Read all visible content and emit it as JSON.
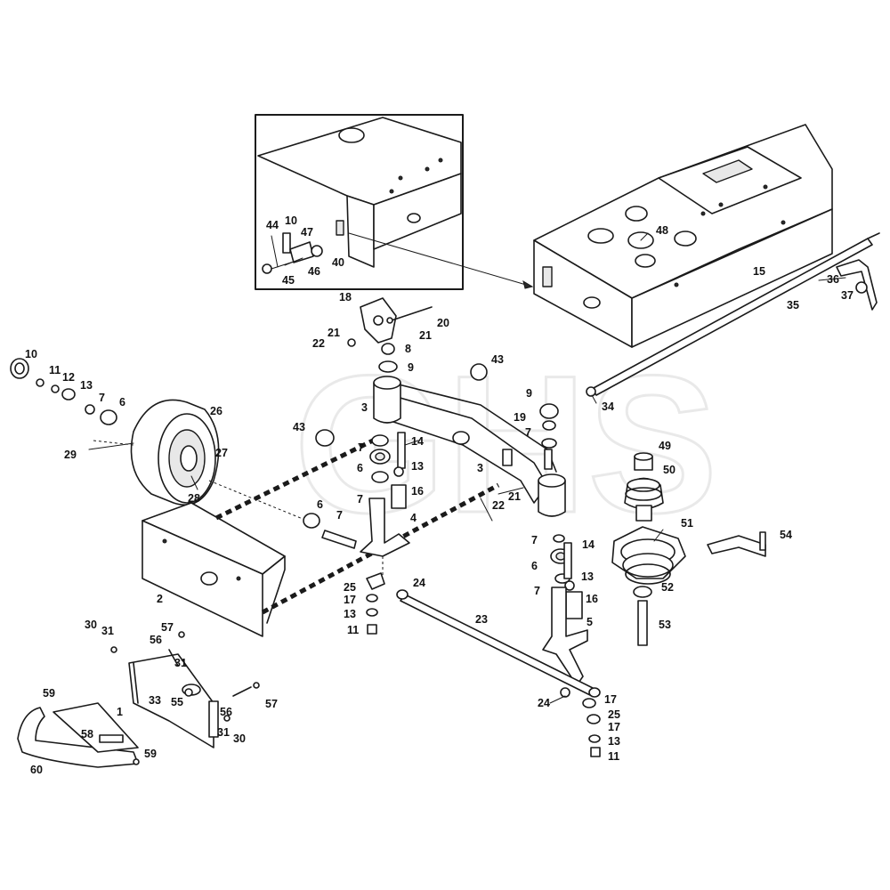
{
  "diagram": {
    "watermark": "GHS",
    "callouts": [
      {
        "id": "c-10a",
        "text": "10"
      },
      {
        "id": "c-11a",
        "text": "11"
      },
      {
        "id": "c-12",
        "text": "12"
      },
      {
        "id": "c-13a",
        "text": "13"
      },
      {
        "id": "c-7a",
        "text": "7"
      },
      {
        "id": "c-6a",
        "text": "6"
      },
      {
        "id": "c-26",
        "text": "26"
      },
      {
        "id": "c-27",
        "text": "27"
      },
      {
        "id": "c-28",
        "text": "28"
      },
      {
        "id": "c-29",
        "text": "29"
      },
      {
        "id": "c-2",
        "text": "2"
      },
      {
        "id": "c-44",
        "text": "44"
      },
      {
        "id": "c-10b",
        "text": "10"
      },
      {
        "id": "c-47",
        "text": "47"
      },
      {
        "id": "c-40",
        "text": "40"
      },
      {
        "id": "c-46",
        "text": "46"
      },
      {
        "id": "c-45",
        "text": "45"
      },
      {
        "id": "c-48",
        "text": "48"
      },
      {
        "id": "c-15",
        "text": "15"
      },
      {
        "id": "c-36",
        "text": "36"
      },
      {
        "id": "c-37",
        "text": "37"
      },
      {
        "id": "c-35",
        "text": "35"
      },
      {
        "id": "c-34",
        "text": "34"
      },
      {
        "id": "c-18",
        "text": "18"
      },
      {
        "id": "c-20",
        "text": "20"
      },
      {
        "id": "c-21a",
        "text": "21"
      },
      {
        "id": "c-22a",
        "text": "22"
      },
      {
        "id": "c-21b",
        "text": "21"
      },
      {
        "id": "c-8",
        "text": "8"
      },
      {
        "id": "c-9a",
        "text": "9"
      },
      {
        "id": "c-43a",
        "text": "43"
      },
      {
        "id": "c-3a",
        "text": "3"
      },
      {
        "id": "c-43b",
        "text": "43"
      },
      {
        "id": "c-7b",
        "text": "7"
      },
      {
        "id": "c-14a",
        "text": "14"
      },
      {
        "id": "c-6b",
        "text": "6"
      },
      {
        "id": "c-13b",
        "text": "13"
      },
      {
        "id": "c-7c",
        "text": "7"
      },
      {
        "id": "c-16a",
        "text": "16"
      },
      {
        "id": "c-6c",
        "text": "6"
      },
      {
        "id": "c-7d",
        "text": "7"
      },
      {
        "id": "c-4",
        "text": "4"
      },
      {
        "id": "c-9b",
        "text": "9"
      },
      {
        "id": "c-19",
        "text": "19"
      },
      {
        "id": "c-7e",
        "text": "7"
      },
      {
        "id": "c-3b",
        "text": "3"
      },
      {
        "id": "c-21c",
        "text": "21"
      },
      {
        "id": "c-22b",
        "text": "22"
      },
      {
        "id": "c-49",
        "text": "49"
      },
      {
        "id": "c-50",
        "text": "50"
      },
      {
        "id": "c-51",
        "text": "51"
      },
      {
        "id": "c-54",
        "text": "54"
      },
      {
        "id": "c-52",
        "text": "52"
      },
      {
        "id": "c-53",
        "text": "53"
      },
      {
        "id": "c-7f",
        "text": "7"
      },
      {
        "id": "c-14b",
        "text": "14"
      },
      {
        "id": "c-6d",
        "text": "6"
      },
      {
        "id": "c-13c",
        "text": "13"
      },
      {
        "id": "c-7g",
        "text": "7"
      },
      {
        "id": "c-16b",
        "text": "16"
      },
      {
        "id": "c-5",
        "text": "5"
      },
      {
        "id": "c-25a",
        "text": "25"
      },
      {
        "id": "c-17a",
        "text": "17"
      },
      {
        "id": "c-13d",
        "text": "13"
      },
      {
        "id": "c-11b",
        "text": "11"
      },
      {
        "id": "c-24a",
        "text": "24"
      },
      {
        "id": "c-23",
        "text": "23"
      },
      {
        "id": "c-24b",
        "text": "24"
      },
      {
        "id": "c-17b",
        "text": "17"
      },
      {
        "id": "c-25b",
        "text": "25"
      },
      {
        "id": "c-17c",
        "text": "17"
      },
      {
        "id": "c-13e",
        "text": "13"
      },
      {
        "id": "c-11c",
        "text": "11"
      },
      {
        "id": "c-30a",
        "text": "30"
      },
      {
        "id": "c-31a",
        "text": "31"
      },
      {
        "id": "c-57a",
        "text": "57"
      },
      {
        "id": "c-56a",
        "text": "56"
      },
      {
        "id": "c-31b",
        "text": "31"
      },
      {
        "id": "c-33",
        "text": "33"
      },
      {
        "id": "c-55",
        "text": "55"
      },
      {
        "id": "c-1",
        "text": "1"
      },
      {
        "id": "c-56b",
        "text": "56"
      },
      {
        "id": "c-57b",
        "text": "57"
      },
      {
        "id": "c-31c",
        "text": "31"
      },
      {
        "id": "c-30b",
        "text": "30"
      },
      {
        "id": "c-59a",
        "text": "59"
      },
      {
        "id": "c-58",
        "text": "58"
      },
      {
        "id": "c-59b",
        "text": "59"
      },
      {
        "id": "c-60",
        "text": "60"
      }
    ]
  }
}
